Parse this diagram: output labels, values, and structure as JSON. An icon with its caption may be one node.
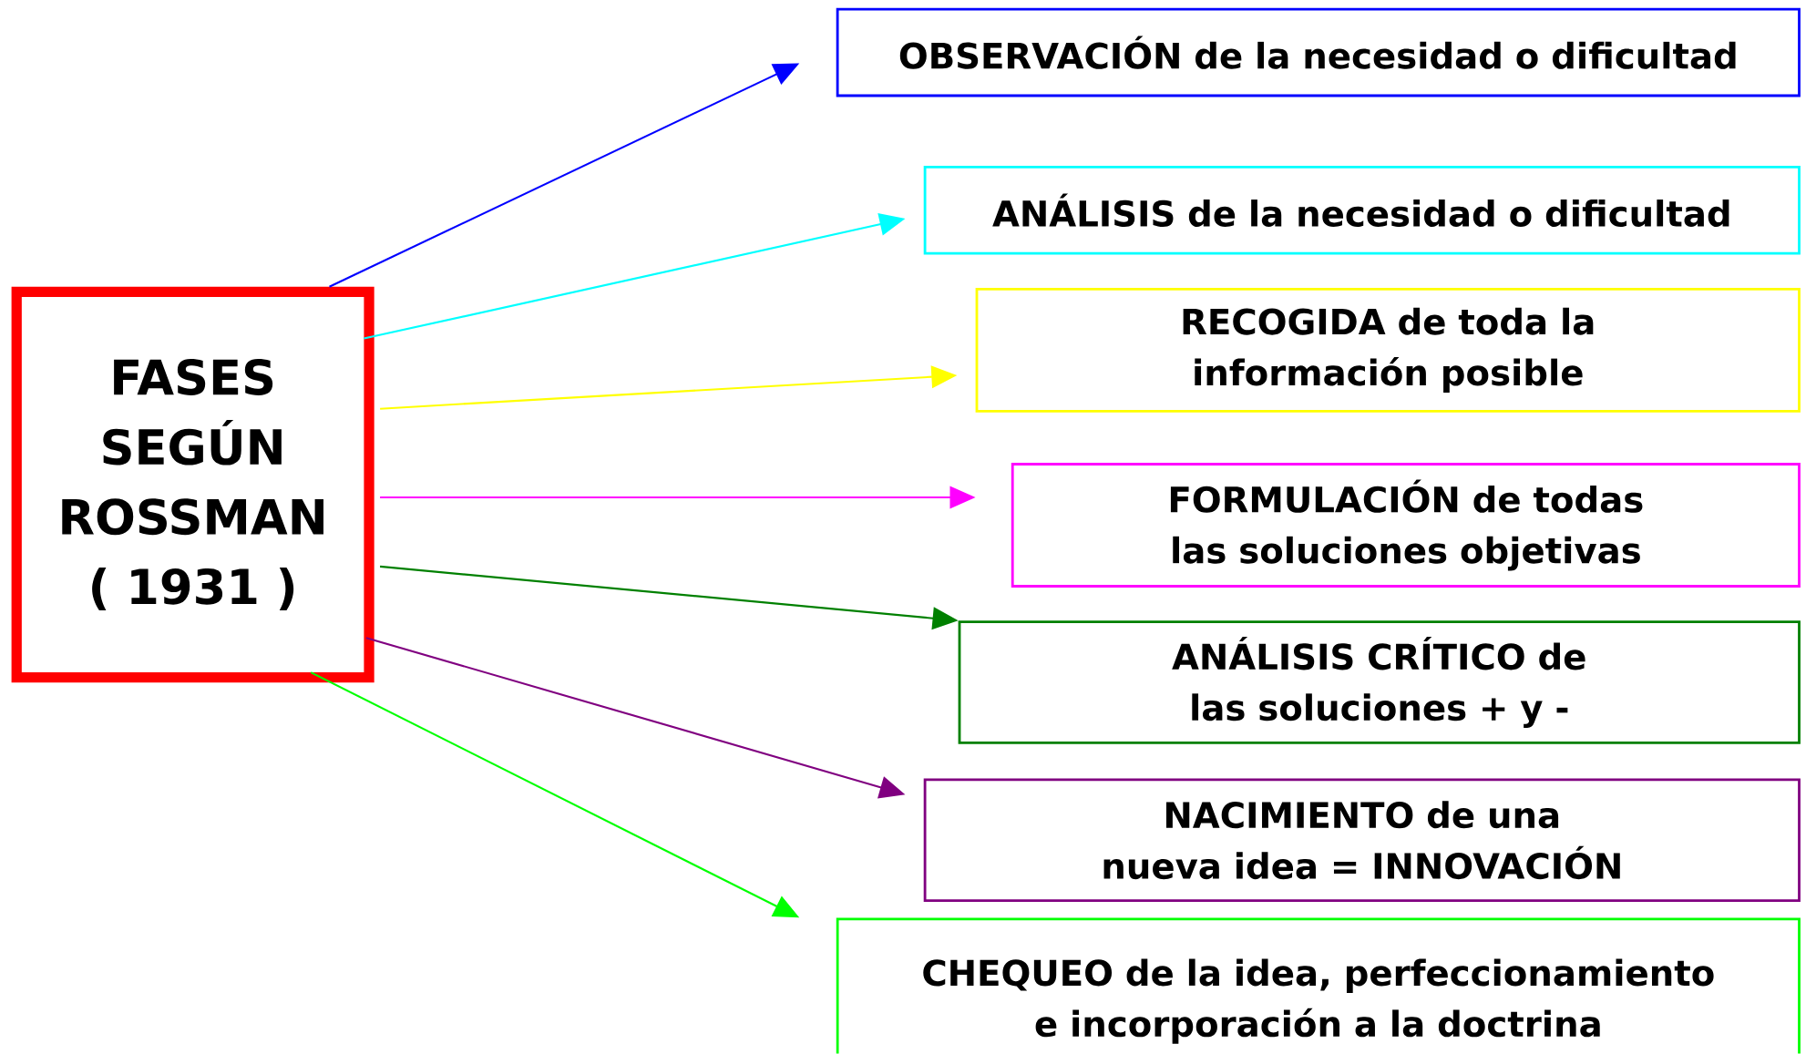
{
  "diagram": {
    "nodes": [
      {
        "text": [
          "FASES SEGÚN ROSSMAN ( 1931 )"
        ]
      },
      {
        "text": [
          "OBSERVACIÓN de la necesidad o dificultad"
        ]
      },
      {
        "text": [
          "ANÁLISIS de la necesidad o dificultad"
        ]
      },
      {
        "text": [
          "RECOGIDA de toda la información posible"
        ]
      },
      {
        "text": [
          "FORMULACIÓN de todas las soluciones objetivas"
        ]
      },
      {
        "text": [
          "ANÁLISIS CRÍTICO de las soluciones + y -"
        ]
      },
      {
        "text": [
          "NACIMIENTO de una nueva idea = INNOVACIÓN"
        ]
      },
      {
        "text": [
          "CHEQUEO de la idea, perfeccionamiento e incorporación a la doctrina"
        ]
      }
    ],
    "edges": [
      {
        "from": 0,
        "to": 1,
        "arrow": "to",
        "color": "#0000ff"
      },
      {
        "from": 0,
        "to": 2,
        "arrow": "to",
        "color": "#00ffff"
      },
      {
        "from": 0,
        "to": 3,
        "arrow": "to",
        "color": "#ffff00"
      },
      {
        "from": 0,
        "to": 4,
        "arrow": "to",
        "color": "#ff00ff"
      },
      {
        "from": 0,
        "to": 5,
        "arrow": "to",
        "color": "#008000"
      },
      {
        "from": 0,
        "to": 6,
        "arrow": "to",
        "color": "#800080"
      },
      {
        "from": 0,
        "to": 7,
        "arrow": "to",
        "color": "#00ff00"
      }
    ]
  }
}
